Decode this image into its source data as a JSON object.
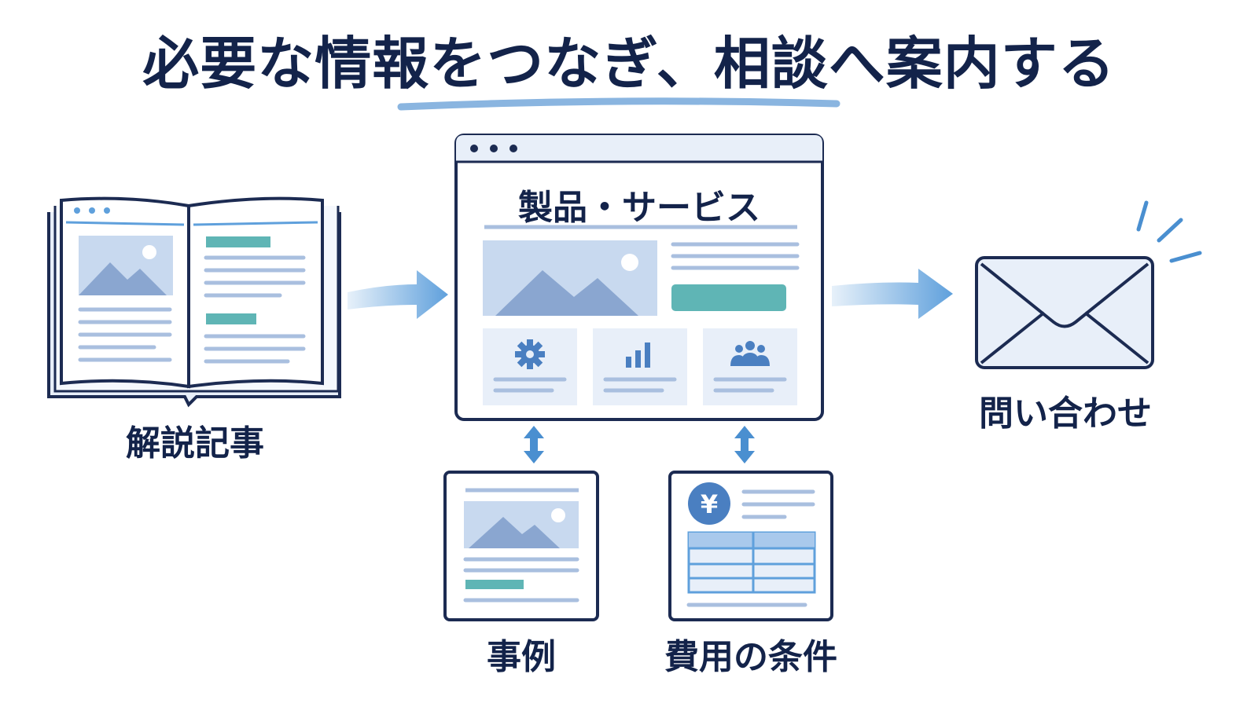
{
  "title": "必要な情報をつなぎ、相談へ案内する",
  "nodes": {
    "article": {
      "label": "解説記事"
    },
    "product": {
      "label": "製品・サービス"
    },
    "case": {
      "label": "事例"
    },
    "pricing": {
      "label": "費用の条件",
      "currency_symbol": "¥"
    },
    "contact": {
      "label": "問い合わせ"
    }
  },
  "icons": [
    "book-icon",
    "browser-window-icon",
    "gear-icon",
    "bar-chart-icon",
    "people-icon",
    "image-icon",
    "yen-icon",
    "table-icon",
    "envelope-icon",
    "arrow-right-icon",
    "double-arrow-vertical-icon"
  ],
  "colors": {
    "navy": "#13234a",
    "stroke": "#1c2b52",
    "arrow_blue": "#5fa0dc",
    "light_blue": "#c8d9ef",
    "pale_blue": "#e8eff9",
    "line_blue": "#a9bfdf",
    "mountain": "#8aa6d0",
    "teal": "#5fb5b5",
    "icon_blue": "#4a7fc1"
  }
}
